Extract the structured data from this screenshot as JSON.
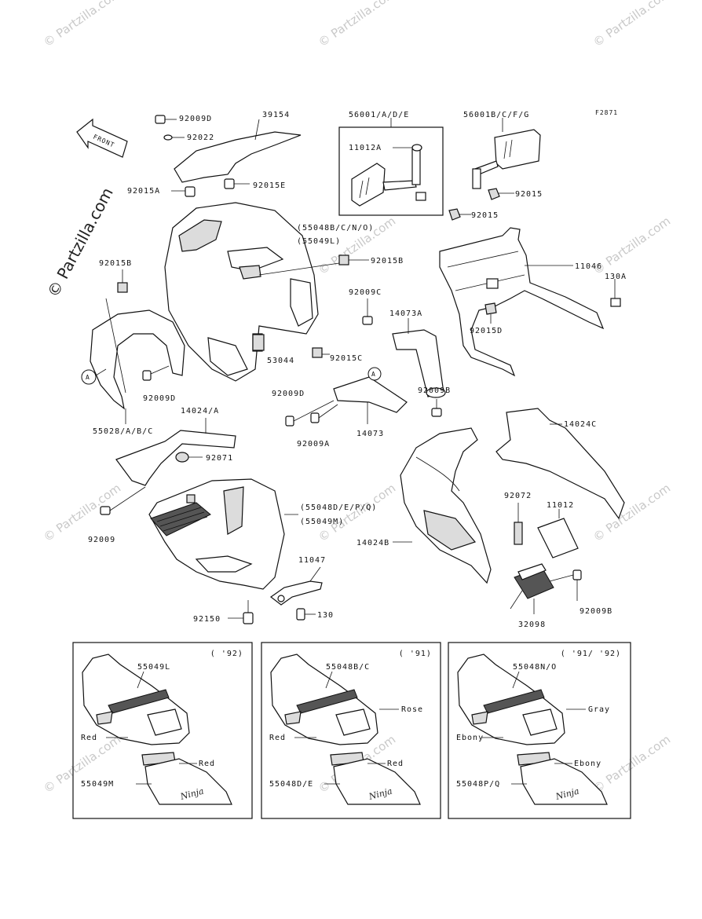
{
  "diagram_code": "F2871",
  "watermark": "© Partzilla.com",
  "front_label": "FRONT",
  "callouts": {
    "A": "A"
  },
  "parts": [
    "92009D",
    "39154",
    "92022",
    "92015A",
    "92015E",
    "56001/A/D/E",
    "11012A",
    "56001B/C/F/G",
    "92015",
    "92015",
    "(55048B/C/N/O)",
    "(55049L)",
    "92015B",
    "92015B",
    "11046",
    "130A",
    "92009C",
    "14073A",
    "92015D",
    "53044",
    "92015C",
    "92009D",
    "55028/A/B/C",
    "92009D",
    "92009B",
    "14073",
    "92009A",
    "14024/A",
    "92071",
    "14024C",
    "(55048D/E/P/Q)",
    "(55049M)",
    "92009",
    "92072",
    "11012",
    "11047",
    "14024B",
    "92150",
    "130",
    "92009B",
    "32098"
  ],
  "variants": [
    {
      "year": "( '92)",
      "upper_part": "55049L",
      "lower_part": "55049M",
      "upper_color_left": "Red",
      "upper_color_right": "",
      "lower_color": "Red",
      "logo": "Ninja"
    },
    {
      "year": "( '91)",
      "upper_part": "55048B/C",
      "lower_part": "55048D/E",
      "upper_color_left": "Red",
      "upper_color_right": "Rose",
      "lower_color": "Red",
      "logo": "Ninja"
    },
    {
      "year": "( '91/ '92)",
      "upper_part": "55048N/O",
      "lower_part": "55048P/Q",
      "upper_color_left": "Ebony",
      "upper_color_right": "Gray",
      "lower_color": "Ebony",
      "logo": "Ninja"
    }
  ]
}
